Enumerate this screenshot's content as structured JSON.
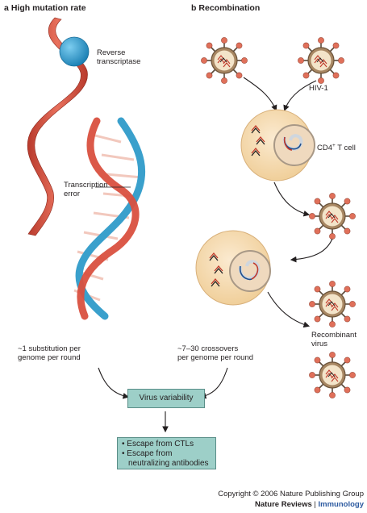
{
  "panel_a": {
    "letter": "a",
    "title": "High mutation rate",
    "enzyme_label_1": "Reverse",
    "enzyme_label_2": "transcriptase",
    "error_label_1": "Transcription",
    "error_label_2": "error",
    "rate_label_1": "~1 substitution per",
    "rate_label_2": "genome per round"
  },
  "panel_b": {
    "letter": "b",
    "title": "Recombination",
    "virus_label": "HIV-1",
    "cell_label_main": "CD4",
    "cell_label_sup": "+",
    "cell_label_rest": " T cell",
    "recombinant_label_1": "Recombinant",
    "recombinant_label_2": "virus",
    "rate_label_1": "~7–30 crossovers",
    "rate_label_2": "per genome per round"
  },
  "outcome": {
    "variability_box": "Virus variability",
    "escape_items": [
      "• Escape from CTLs",
      "• Escape from",
      "neutralizing antibodies"
    ]
  },
  "credit": {
    "copyright": "Copyright © 2006 Nature Publishing Group",
    "journal": "Nature Reviews",
    "separator": " | ",
    "section": "Immunology"
  },
  "colors": {
    "rna_strand": "#d9503f",
    "dna_strand": "#3aa0cc",
    "enzyme": "#2e9fd0",
    "cell": "#f6dcae",
    "nucleus": "#eed5b8",
    "virus_body": "#9a7a5a",
    "spike_tip": "#e0705a",
    "box_fill": "#9dcfc8",
    "journal_blue": "#2c5aa0"
  }
}
